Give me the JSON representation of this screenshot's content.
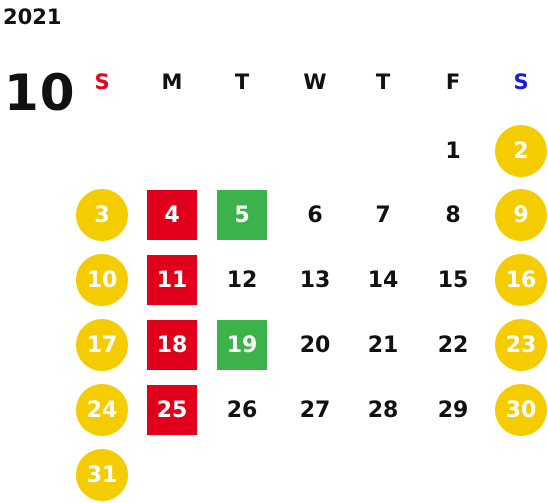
{
  "calendar": {
    "year": "2021",
    "month": "10",
    "weekday_headers": [
      "S",
      "M",
      "T",
      "W",
      "T",
      "F",
      "S"
    ],
    "weekday_header_colors": [
      "#e8001c",
      "#111111",
      "#111111",
      "#111111",
      "#111111",
      "#111111",
      "#1a1adb"
    ],
    "colors": {
      "weekend_circle": "#f5cc00",
      "red_box": "#e0001c",
      "green_box": "#3cb34a",
      "weekend_text": "#ffffff",
      "day_text": "#111111"
    },
    "legend_of_styles": [
      "plain",
      "weekend-circle",
      "red-box",
      "green-box"
    ],
    "weeks": [
      [
        null,
        null,
        null,
        null,
        null,
        {
          "day": "1",
          "style": "plain"
        },
        {
          "day": "2",
          "style": "weekend"
        }
      ],
      [
        {
          "day": "3",
          "style": "weekend"
        },
        {
          "day": "4",
          "style": "red"
        },
        {
          "day": "5",
          "style": "green"
        },
        {
          "day": "6",
          "style": "plain"
        },
        {
          "day": "7",
          "style": "plain"
        },
        {
          "day": "8",
          "style": "plain"
        },
        {
          "day": "9",
          "style": "weekend"
        }
      ],
      [
        {
          "day": "10",
          "style": "weekend"
        },
        {
          "day": "11",
          "style": "red"
        },
        {
          "day": "12",
          "style": "plain"
        },
        {
          "day": "13",
          "style": "plain"
        },
        {
          "day": "14",
          "style": "plain"
        },
        {
          "day": "15",
          "style": "plain"
        },
        {
          "day": "16",
          "style": "weekend"
        }
      ],
      [
        {
          "day": "17",
          "style": "weekend"
        },
        {
          "day": "18",
          "style": "red"
        },
        {
          "day": "19",
          "style": "green"
        },
        {
          "day": "20",
          "style": "plain"
        },
        {
          "day": "21",
          "style": "plain"
        },
        {
          "day": "22",
          "style": "plain"
        },
        {
          "day": "23",
          "style": "weekend"
        }
      ],
      [
        {
          "day": "24",
          "style": "weekend"
        },
        {
          "day": "25",
          "style": "red"
        },
        {
          "day": "26",
          "style": "plain"
        },
        {
          "day": "27",
          "style": "plain"
        },
        {
          "day": "28",
          "style": "plain"
        },
        {
          "day": "29",
          "style": "plain"
        },
        {
          "day": "30",
          "style": "weekend"
        }
      ],
      [
        {
          "day": "31",
          "style": "weekend"
        },
        null,
        null,
        null,
        null,
        null,
        null
      ]
    ]
  }
}
